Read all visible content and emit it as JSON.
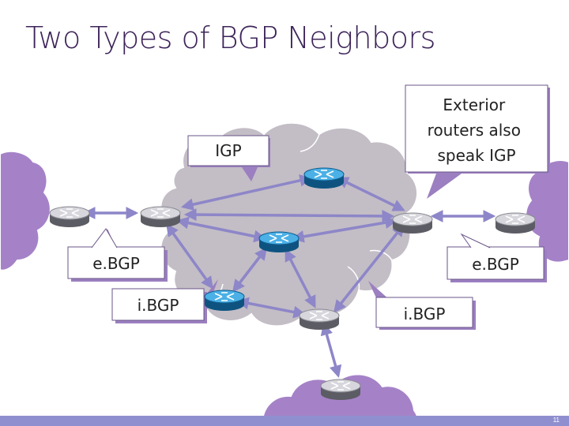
{
  "slide": {
    "title": "Two Types of BGP Neighbors",
    "page_number": "11"
  },
  "callouts": {
    "igp": "IGP",
    "exterior": [
      "Exterior",
      "routers also",
      "speak IGP"
    ],
    "ebgp_left": "e.BGP",
    "ebgp_right": "e.BGP",
    "ibgp_left": "i.BGP",
    "ibgp_right": "i.BGP"
  },
  "colors": {
    "cloud_as_core": "#c3bdc6",
    "cloud_as_external": "#a582c7",
    "router_exterior": "#8c8c94",
    "router_interior": "#1c78b0",
    "link_arrow": "#8d86c8",
    "callout_fill": "#9b7fc0",
    "footer_bar": "#8f8fcf"
  },
  "icons": [
    "router-icon",
    "cloud-shape",
    "callout-shape"
  ]
}
